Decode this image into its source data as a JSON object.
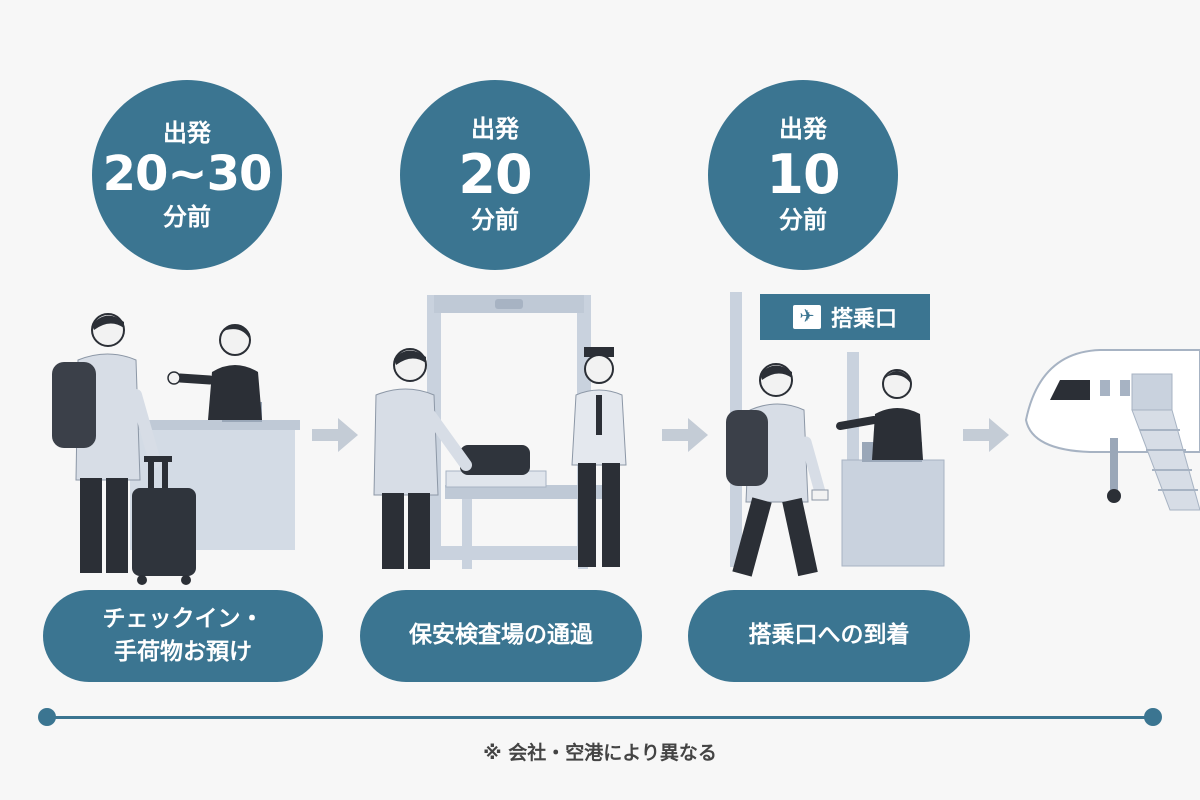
{
  "steps": [
    {
      "top": "出発",
      "num": "20~30",
      "bottom": "分前",
      "label_line1": "チェックイン・",
      "label_line2": "手荷物お預け"
    },
    {
      "top": "出発",
      "num": "20",
      "bottom": "分前",
      "label_line1": "保安検査場の通過",
      "label_line2": ""
    },
    {
      "top": "出発",
      "num": "10",
      "bottom": "分前",
      "label_line1": "搭乗口への到着",
      "label_line2": ""
    }
  ],
  "gate_sign": "搭乗口",
  "note": "※ 会社・空港により異なる",
  "colors": {
    "accent": "#3b7591",
    "figure_dark": "#2b2f36",
    "shirt": "#d7dde6",
    "counter": "#c9d2de"
  }
}
